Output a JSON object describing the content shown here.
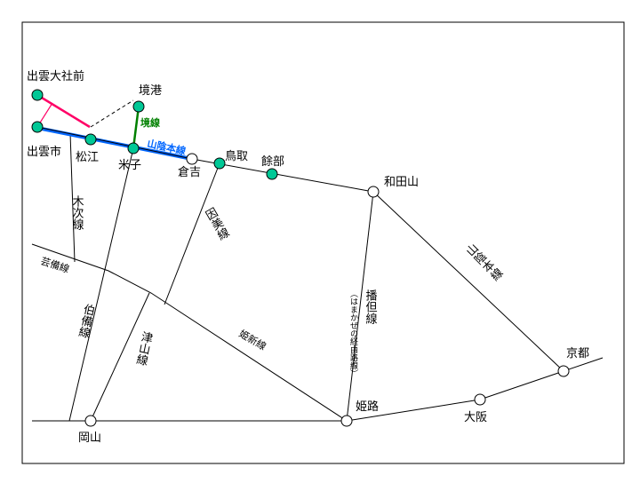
{
  "stations": {
    "izumo_taisha_mae": "出雲大社前",
    "sakaiminato": "境港",
    "izumoshi": "出雲市",
    "matsue": "松江",
    "yonago": "米子",
    "kurayoshi": "倉吉",
    "tottori": "鳥取",
    "amarube": "餘部",
    "wadayama": "和田山",
    "kyoto": "京都",
    "osaka": "大阪",
    "himeji": "姫路",
    "okayama": "岡山"
  },
  "lines": {
    "sakai": "境線",
    "sanin": "山陰本線",
    "sanin_east": "山陰本線",
    "kisuki": "木次線",
    "geibi": "芸備線",
    "hakubi": "伯備線",
    "tsuyama": "津山線",
    "inbi": "因美線",
    "kishin": "姫新線",
    "bantan": "播但線",
    "bantan_note": "（はまかぜの経由路線）"
  },
  "colors": {
    "station_fill": "#00c896",
    "sanin_blue": "#0066ff",
    "sakai_green": "#008000",
    "ichibata_pink": "#ff0066"
  }
}
